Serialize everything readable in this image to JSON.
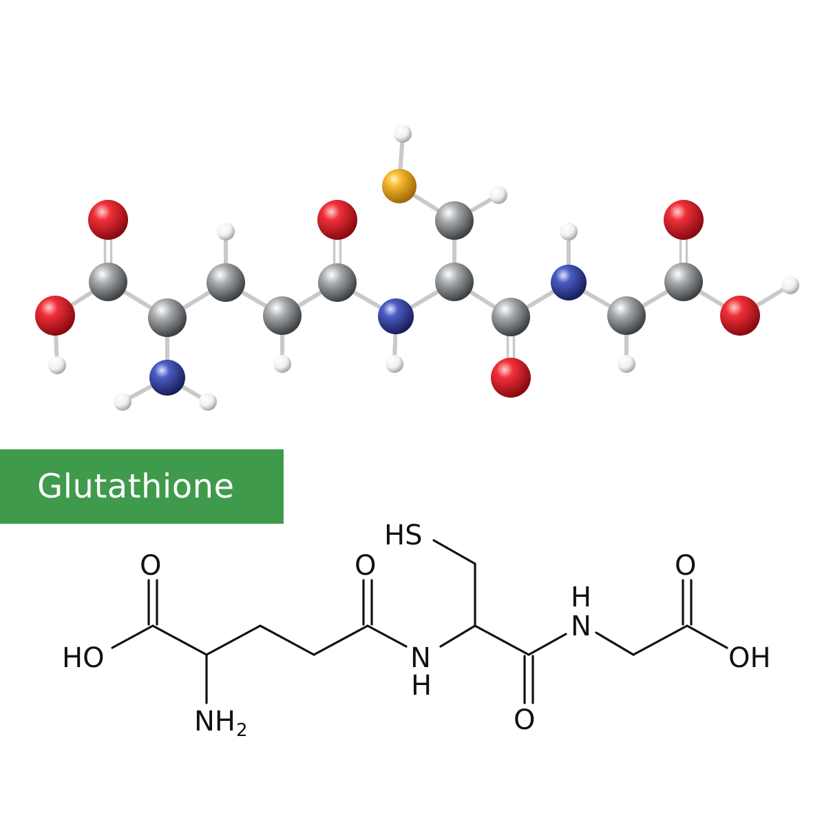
{
  "title": "Glutathione",
  "colors": {
    "banner": "#3f9a4c",
    "carbon": "#9a9d9f",
    "oxygen": "#e0232b",
    "nitrogen": "#3e4fb0",
    "hydrogen": "#f2f2f2",
    "sulfur": "#f2b42a",
    "bond": "#c9c9c9",
    "line": "#111111"
  },
  "ball_model": {
    "atoms": [
      {
        "name": "atom-o-carbonyl-1",
        "el": "O"
      },
      {
        "name": "atom-c-carboxyl-1",
        "el": "C"
      },
      {
        "name": "atom-o-hydroxyl-1",
        "el": "O"
      },
      {
        "name": "atom-h-hydroxyl-1",
        "el": "H"
      },
      {
        "name": "atom-c-alpha-1",
        "el": "C"
      },
      {
        "name": "atom-n-amine",
        "el": "N"
      },
      {
        "name": "atom-h-amine-1",
        "el": "H"
      },
      {
        "name": "atom-h-amine-2",
        "el": "H"
      },
      {
        "name": "atom-c-chain-1",
        "el": "C"
      },
      {
        "name": "atom-h-chain-1",
        "el": "H"
      },
      {
        "name": "atom-c-chain-2",
        "el": "C"
      },
      {
        "name": "atom-h-chain-2",
        "el": "H"
      },
      {
        "name": "atom-c-amide-1",
        "el": "C"
      },
      {
        "name": "atom-o-amide-1",
        "el": "O"
      },
      {
        "name": "atom-n-amide-1",
        "el": "N"
      },
      {
        "name": "atom-h-amide-1",
        "el": "H"
      },
      {
        "name": "atom-c-alpha-2",
        "el": "C"
      },
      {
        "name": "atom-c-methylene",
        "el": "C"
      },
      {
        "name": "atom-h-methylene",
        "el": "H"
      },
      {
        "name": "atom-s-thiol",
        "el": "S"
      },
      {
        "name": "atom-h-thiol",
        "el": "H"
      },
      {
        "name": "atom-c-amide-2",
        "el": "C"
      },
      {
        "name": "atom-o-amide-2",
        "el": "O"
      },
      {
        "name": "atom-n-amide-2",
        "el": "N"
      },
      {
        "name": "atom-h-amide-2",
        "el": "H"
      },
      {
        "name": "atom-c-glycine",
        "el": "C"
      },
      {
        "name": "atom-h-glycine",
        "el": "H"
      },
      {
        "name": "atom-c-carboxyl-2",
        "el": "C"
      },
      {
        "name": "atom-o-carbonyl-2",
        "el": "O"
      },
      {
        "name": "atom-o-hydroxyl-2",
        "el": "O"
      },
      {
        "name": "atom-h-hydroxyl-2",
        "el": "H"
      }
    ]
  },
  "structure": {
    "labels": {
      "ho": "HO",
      "o_left": "O",
      "nh2_main": "NH",
      "nh2_sub": "2",
      "o_mid": "O",
      "n_amide1": "N",
      "h_amide1": "H",
      "hs": "HS",
      "o_bottom": "O",
      "h_amide2": "H",
      "n_amide2": "N",
      "o_right": "O",
      "oh": "OH"
    }
  }
}
